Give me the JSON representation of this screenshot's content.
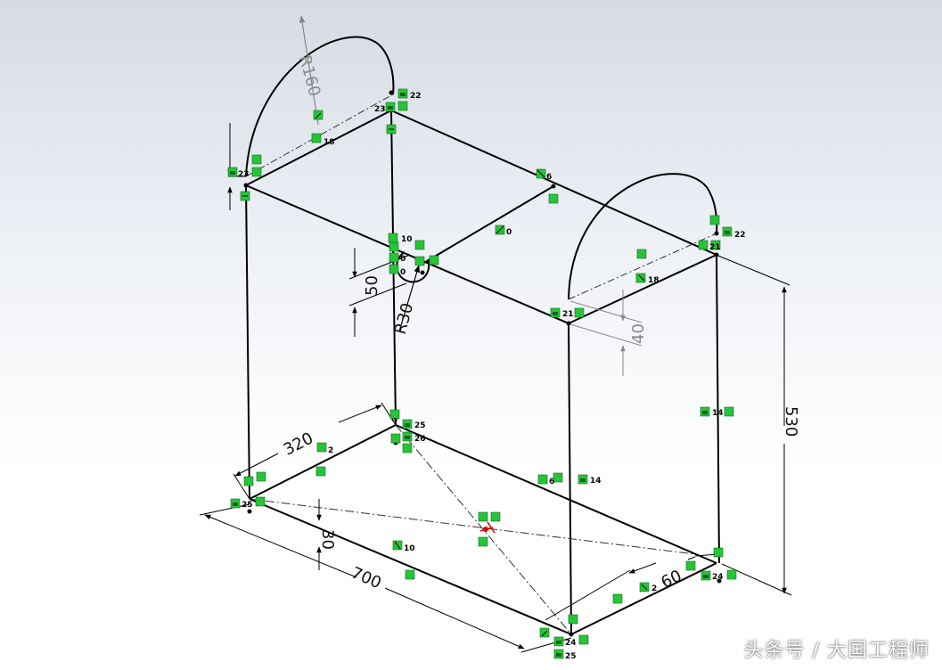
{
  "dimensions": {
    "r160": "R160",
    "r30": "R30",
    "d50": "50",
    "d40": "40",
    "d530": "530",
    "d320": "320",
    "d30": "30",
    "d700": "700",
    "d60": "60"
  },
  "relations": {
    "r22a": "22",
    "r23": "23",
    "r18a": "18",
    "r10a": "10",
    "r0a": "0",
    "r0b": "0",
    "r6a": "6",
    "r0c": "0",
    "r22b": "22",
    "r21a": "21",
    "r18b": "18",
    "r21b": "21",
    "r25a": "25",
    "r26": "26",
    "r14a": "14",
    "r2a": "2",
    "r6b": "6",
    "r14b": "14",
    "r25b": "25",
    "r10b": "10",
    "r2b": "2",
    "r24a": "24",
    "r24b": "24",
    "r25c": "25",
    "r23b": "23"
  },
  "watermark": "头条号 / 大国工程师"
}
